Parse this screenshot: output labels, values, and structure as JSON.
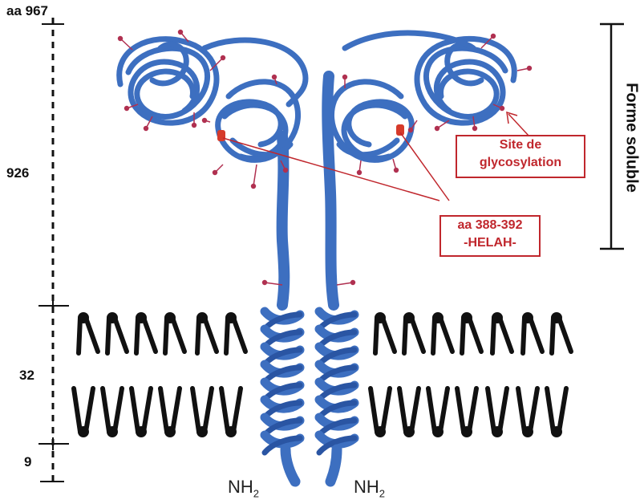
{
  "axis": {
    "top_label": "aa 967",
    "ticks": [
      "926",
      "32",
      "9"
    ]
  },
  "termini": [
    "NH2",
    "NH2"
  ],
  "terminus_main": "NH",
  "terminus_sub": "2",
  "callouts": {
    "glycosylation": {
      "line1": "Site de",
      "line2": "glycosylation"
    },
    "motif": {
      "line1": "aa 388-392",
      "line2": "-HELAH-"
    }
  },
  "soluble_form": "Forme soluble",
  "colors": {
    "protein": "#3d6fc0",
    "protein_dark": "#2a55a3",
    "glyco": "#b03050",
    "motif": "#d63a2a",
    "callout": "#c0272d",
    "lipid": "#111111"
  }
}
